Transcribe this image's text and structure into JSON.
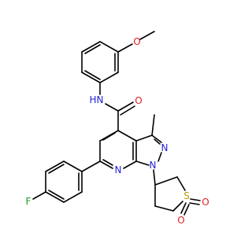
{
  "molecule": {
    "atoms": {
      "methoxy_o": "O",
      "amide_nh": "N",
      "amide_h": "H",
      "carbonyl_o": "O",
      "pyrazole_n2": "N",
      "pyrazole_n1": "N",
      "pyridine_n": "N",
      "fluorine": "F",
      "sulfur": "S",
      "sulfone_o1": "O",
      "sulfone_o2": "O"
    }
  },
  "colors": {
    "bond": "#000000",
    "nitrogen": "#1f1fd6",
    "oxygen": "#e02020",
    "fluorine": "#1aa01a",
    "sulfur": "#b8a000"
  }
}
